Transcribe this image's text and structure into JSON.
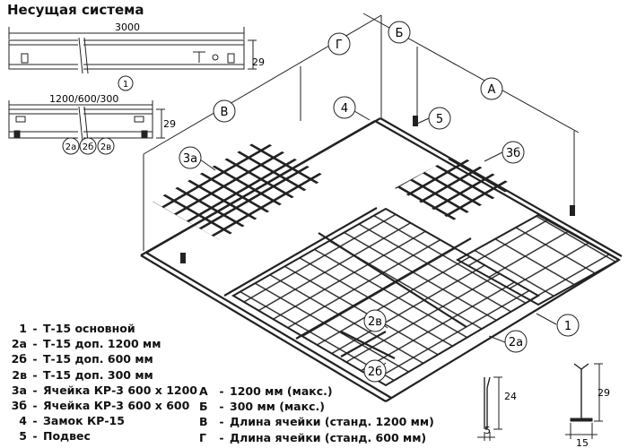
{
  "title": "Несущая система",
  "dimensions": {
    "profile_length": "3000",
    "profile_height_1": "29",
    "short_length": "1200/600/300",
    "profile_height_2": "29",
    "section_a_height": "24",
    "section_a_width": "5",
    "section_b_height": "29",
    "section_b_width": "15"
  },
  "callouts": {
    "c1": "1",
    "c2a": "2а",
    "c2b": "2б",
    "c2v": "2в",
    "c3a": "3а",
    "c3b": "3б",
    "c4": "4",
    "c5": "5",
    "A": "А",
    "B": "Б",
    "V": "В",
    "G": "Г"
  },
  "legend_parts": [
    {
      "key": "1",
      "text": "Т-15 основной"
    },
    {
      "key": "2а",
      "text": "Т-15 доп. 1200 мм"
    },
    {
      "key": "2б",
      "text": "Т-15 доп. 600 мм"
    },
    {
      "key": "2в",
      "text": "Т-15 доп. 300 мм"
    },
    {
      "key": "3а",
      "text": "Ячейка КР-3 600 х 1200"
    },
    {
      "key": "3б",
      "text": "Ячейка КР-3 600 х 600"
    },
    {
      "key": "4",
      "text": "Замок КР-15"
    },
    {
      "key": "5",
      "text": "Подвес"
    }
  ],
  "legend_dims": [
    {
      "key": "А",
      "text": "1200 мм (макс.)"
    },
    {
      "key": "Б",
      "text": "300 мм (макс.)"
    },
    {
      "key": "В",
      "text": "Длина ячейки (станд. 1200 мм)"
    },
    {
      "key": "Г",
      "text": "Длина ячейки (станд. 600 мм)"
    }
  ]
}
